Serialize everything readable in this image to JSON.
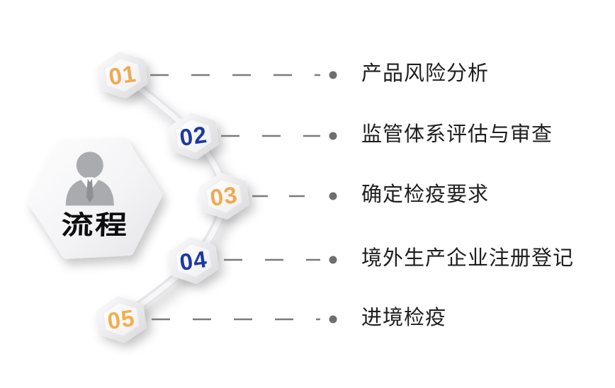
{
  "hub": {
    "label": "流程",
    "icon": "person-icon"
  },
  "steps": [
    {
      "number": "01",
      "label": "产品风险分析",
      "number_color": "#EFAA52"
    },
    {
      "number": "02",
      "label": "监管体系评估与审查",
      "number_color": "#1B38A6"
    },
    {
      "number": "03",
      "label": "确定检疫要求",
      "number_color": "#EFAA52"
    },
    {
      "number": "04",
      "label": "境外生产企业注册登记",
      "number_color": "#1B38A6"
    },
    {
      "number": "05",
      "label": "进境检疫",
      "number_color": "#F0B04E"
    }
  ],
  "colors": {
    "accent_orange": "#EFAA52",
    "accent_blue": "#1B38A6",
    "connector_gray": "#7b7b7b",
    "dot_gray": "#6e6e6e",
    "hexagon_face": "#fbfbfc",
    "hexagon_bevel": "#e2e2e5",
    "label_text": "#1e1e1e",
    "icon_gray": "#a9abae",
    "background": "#ffffff"
  }
}
